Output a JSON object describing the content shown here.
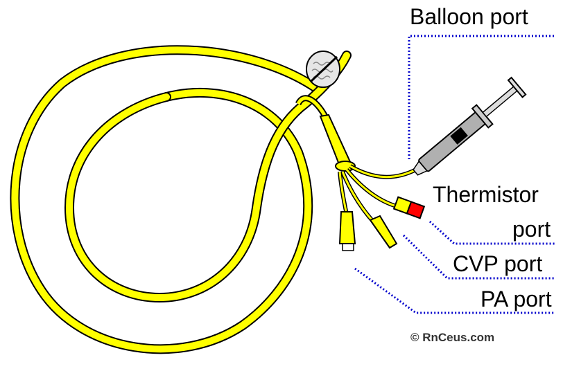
{
  "labels": {
    "balloon_port": "Balloon port",
    "thermistor_port_line1": "Thermistor",
    "thermistor_port_line2": "port",
    "cvp_port": "CVP port",
    "pa_port": "PA port",
    "copyright": "© RnCeus.com"
  },
  "colors": {
    "catheter": "#ffff00",
    "outline": "#000000",
    "leader_line": "#0000cc",
    "thermistor_red": "#ff0000",
    "syringe_gray": "#b0b0b0"
  }
}
